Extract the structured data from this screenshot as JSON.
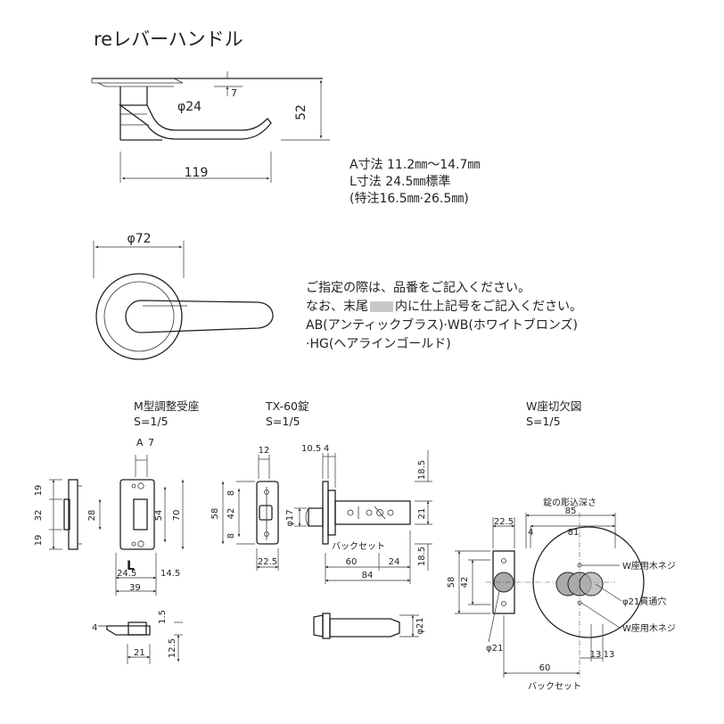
{
  "title": "reレバーハンドル",
  "dims_top": {
    "phi24": "φ24",
    "d7": "7",
    "d52": "52",
    "d119": "119",
    "phi72": "φ72"
  },
  "spec_lines": [
    "A寸法 11.2㎜〜14.7㎜",
    "L寸法 24.5㎜標準",
    "(特注16.5㎜·26.5㎜)"
  ],
  "notes": {
    "line1": "ご指定の際は、品番をご記入ください。",
    "line2_pre": "なお、末尾",
    "line2_post": "内に仕上記号をご記入ください。",
    "line3": "AB(アンティックブラス)·WB(ホワイトブロンズ)",
    "line4": "·HG(ヘアラインゴールド)",
    "swatch_color": "#c8c8c8"
  },
  "sections": {
    "m": {
      "name": "M型調整受座",
      "scale": "S=1/5"
    },
    "tx": {
      "name": "TX-60錠",
      "scale": "S=1/5"
    },
    "w": {
      "name": "W座切欠図",
      "scale": "S=1/5"
    }
  },
  "m_dims": {
    "A": "A",
    "d7": "7",
    "d19a": "19",
    "d32": "32",
    "d19b": "19",
    "d28": "28",
    "d54": "54",
    "d70": "70",
    "L": "L",
    "d24_5": "24.5",
    "d14_5": "14.5",
    "d39": "39",
    "d4": "4",
    "d1_5": "1.5",
    "d12_5": "12.5",
    "d21": "21"
  },
  "tx_dims": {
    "d12": "12",
    "d8a": "8",
    "d42": "42",
    "d8b": "8",
    "d58": "58",
    "d22_5": "22.5",
    "d10_5": "10.5",
    "d4": "4",
    "phi17": "φ17",
    "d18_5a": "18.5",
    "d21": "21",
    "d18_5b": "18.5",
    "backset": "バックセット",
    "d60": "60",
    "d24": "24",
    "d84": "84",
    "phi21": "φ21"
  },
  "w_dims": {
    "depth": "錠の彫込深さ",
    "d85": "85",
    "d22_5": "22.5",
    "d4": "4",
    "d81": "81",
    "d58": "58",
    "d42": "42",
    "screw1": "W座用木ネジ",
    "hole": "φ21貫通穴",
    "screw2": "W座用木ネジ",
    "phi21": "φ21",
    "d13a": "13",
    "d13b": "13",
    "d60": "60",
    "backset": "バックセット"
  }
}
